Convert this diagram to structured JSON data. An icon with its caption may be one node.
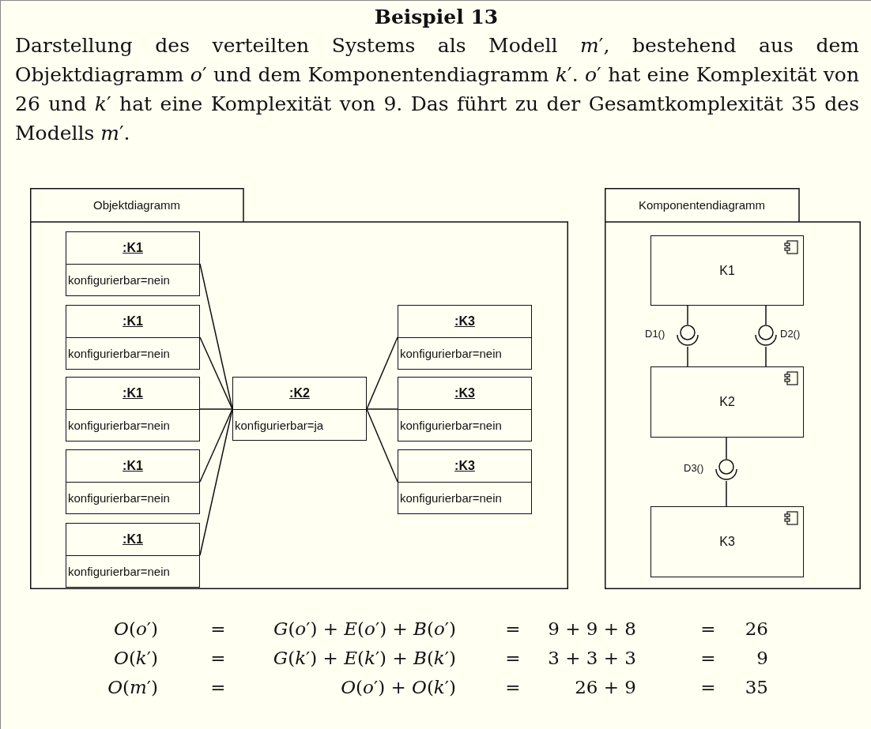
{
  "diagram": {
    "title": "Beispiel 13",
    "caption": "Darstellung des verteilten Systems als Modell *m*′, bestehend aus dem Objektdiagramm *o*′ und dem Komponentendiagramm *k*′. *o*′ hat eine Komplexität von 26 und *k*′ hat eine Komplexität von 9. Das führt zu der Gesamtkomplexität 35 des Modells *m*′.",
    "nodes": [
      {
        "text": [
          "Objektdiagramm"
        ]
      },
      {
        "text": [
          ":K1",
          "konfigurierbar=nein"
        ],
        "in": 0
      },
      {
        "text": [
          ":K1",
          "konfigurierbar=nein"
        ],
        "in": 0
      },
      {
        "text": [
          ":K1",
          "konfigurierbar=nein"
        ],
        "in": 0
      },
      {
        "text": [
          ":K1",
          "konfigurierbar=nein"
        ],
        "in": 0
      },
      {
        "text": [
          ":K1",
          "konfigurierbar=nein"
        ],
        "in": 0
      },
      {
        "text": [
          ":K2",
          "konfigurierbar=ja"
        ],
        "in": 0
      },
      {
        "text": [
          ":K3",
          "konfigurierbar=nein"
        ],
        "in": 0
      },
      {
        "text": [
          ":K3",
          "konfigurierbar=nein"
        ],
        "in": 0
      },
      {
        "text": [
          ":K3",
          "konfigurierbar=nein"
        ],
        "in": 0
      },
      {
        "text": [
          "Komponentendiagramm"
        ]
      },
      {
        "text": [
          "K1"
        ],
        "in": 10
      },
      {
        "text": [
          "K2"
        ],
        "in": 10
      },
      {
        "text": [
          "K3"
        ],
        "in": 10
      },
      {
        "text": [],
        "shape": "circle",
        "beside": [
          "D1()"
        ],
        "in": 10
      },
      {
        "text": [],
        "shape": "circle",
        "beside": [
          "D2()"
        ],
        "in": 10
      },
      {
        "text": [],
        "shape": "circle",
        "beside": [
          "D3()"
        ],
        "in": 10
      }
    ],
    "edges": [
      {
        "from": 1,
        "to": 6,
        "arrow": "none"
      },
      {
        "from": 2,
        "to": 6,
        "arrow": "none"
      },
      {
        "from": 3,
        "to": 6,
        "arrow": "none"
      },
      {
        "from": 4,
        "to": 6,
        "arrow": "none"
      },
      {
        "from": 5,
        "to": 6,
        "arrow": "none"
      },
      {
        "from": 6,
        "to": 7,
        "arrow": "none"
      },
      {
        "from": 6,
        "to": 8,
        "arrow": "none"
      },
      {
        "from": 6,
        "to": 9,
        "arrow": "none"
      },
      {
        "from": 11,
        "to": 14,
        "arrow": "none"
      },
      {
        "from": 14,
        "to": 12,
        "arrow": "none"
      },
      {
        "from": 11,
        "to": 15,
        "arrow": "none"
      },
      {
        "from": 15,
        "to": 12,
        "arrow": "none"
      },
      {
        "from": 12,
        "to": 16,
        "arrow": "none"
      },
      {
        "from": 16,
        "to": 13,
        "arrow": "none"
      }
    ],
    "labels": [
      "*O*(*o*′)",
      "=",
      "*G*(*o*′) + *E*(*o*′) + *B*(*o*′)",
      "=",
      "9 + 9 + 8",
      "=",
      "26",
      "*O*(*k*′)",
      "=",
      "*G*(*k*′) + *E*(*k*′) + *B*(*k*′)",
      "=",
      "3 + 3 + 3",
      "=",
      "9",
      "*O*(*m*′)",
      "=",
      "*O*(*o*′) + *O*(*k*′)",
      "=",
      "26 + 9",
      "=",
      "35"
    ]
  }
}
